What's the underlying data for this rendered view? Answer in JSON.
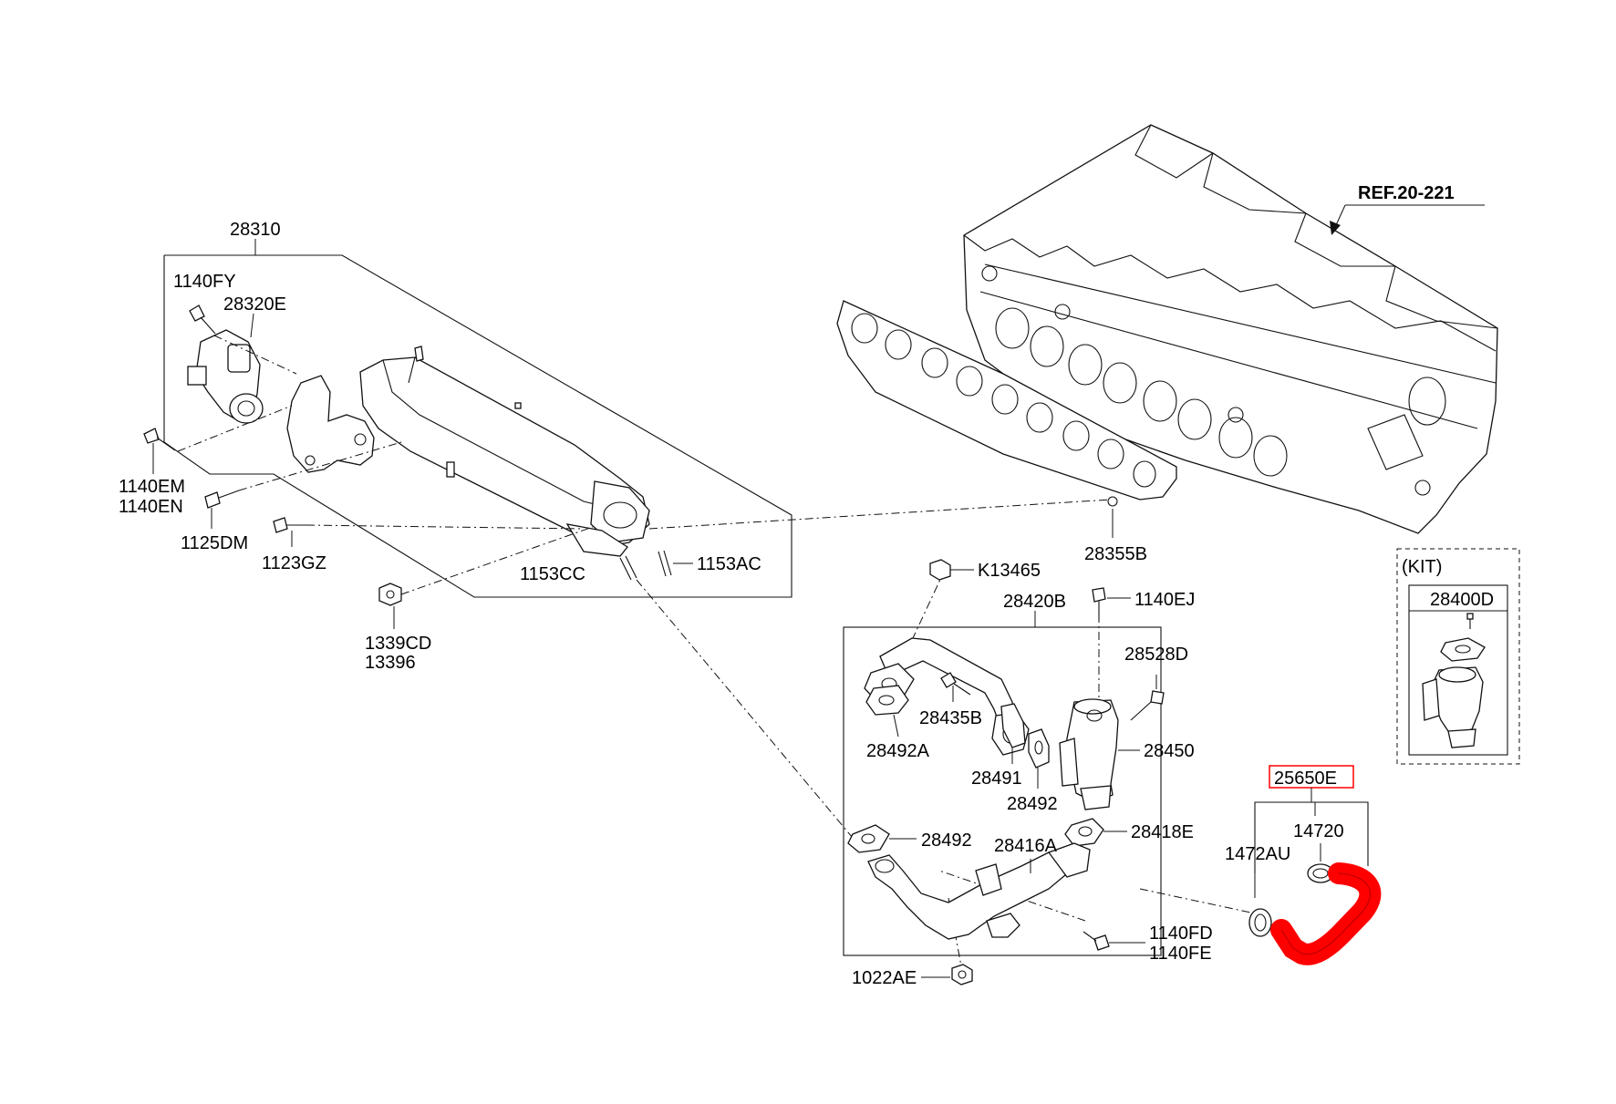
{
  "colors": {
    "highlight": "#ff0000",
    "line": "#111111"
  },
  "labels": {
    "ref_head": "REF.20-221",
    "p28310": "28310",
    "p1140FY": "1140FY",
    "p28320E": "28320E",
    "p1140EM": "1140EM",
    "p1140EN": "1140EN",
    "p1125DM": "1125DM",
    "p1123GZ": "1123GZ",
    "p1153CC": "1153CC",
    "p1153AC": "1153AC",
    "p1339CD": "1339CD",
    "p13396": "13396",
    "p28355B": "28355B",
    "pK13465": "K13465",
    "p28420B": "28420B",
    "p1140EJ": "1140EJ",
    "p28528D": "28528D",
    "p28435B": "28435B",
    "p28492A": "28492A",
    "p28491": "28491",
    "p28450": "28450",
    "p28492_upper": "28492",
    "p28492_lower": "28492",
    "p28416A": "28416A",
    "p28418E": "28418E",
    "p1140FD": "1140FD",
    "p1140FE": "1140FE",
    "p1022AE": "1022AE",
    "kit": "(KIT)",
    "p28400D": "28400D",
    "p25650E": "25650E",
    "p14720": "14720",
    "p1472AU": "1472AU"
  }
}
